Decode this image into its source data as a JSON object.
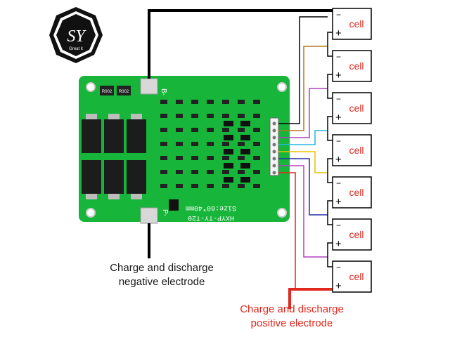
{
  "logo": {
    "monogram": "SY",
    "tagline": "Great it"
  },
  "board": {
    "model": "HXYP-TY-T20",
    "size": "Size:60*40mm",
    "pin_b": "B-",
    "pin_p": "P-",
    "resistor_codes": [
      "R002",
      "R002"
    ]
  },
  "cells": [
    {
      "label": "cell",
      "minus": "−",
      "plus": "+"
    },
    {
      "label": "cell",
      "minus": "−",
      "plus": "+"
    },
    {
      "label": "cell",
      "minus": "−",
      "plus": "+"
    },
    {
      "label": "cell",
      "minus": "−",
      "plus": "+"
    },
    {
      "label": "cell",
      "minus": "−",
      "plus": "+"
    },
    {
      "label": "cell",
      "minus": "−",
      "plus": "+"
    },
    {
      "label": "cell",
      "minus": "−",
      "plus": "+"
    }
  ],
  "wire_colors": [
    "#000000",
    "#b5761f",
    "#b040c0",
    "#20b8e0",
    "#e8c000",
    "#2030a0",
    "#b040c0",
    "#e0281e"
  ],
  "labels": {
    "negative_line1": "Charge and discharge",
    "negative_line2": "negative electrode",
    "positive_line1": "Charge and discharge",
    "positive_line2": "positive electrode"
  },
  "colors": {
    "pcb": "#17b53a",
    "label_red": "#e0281e",
    "label_dark": "#1a1a1a"
  }
}
